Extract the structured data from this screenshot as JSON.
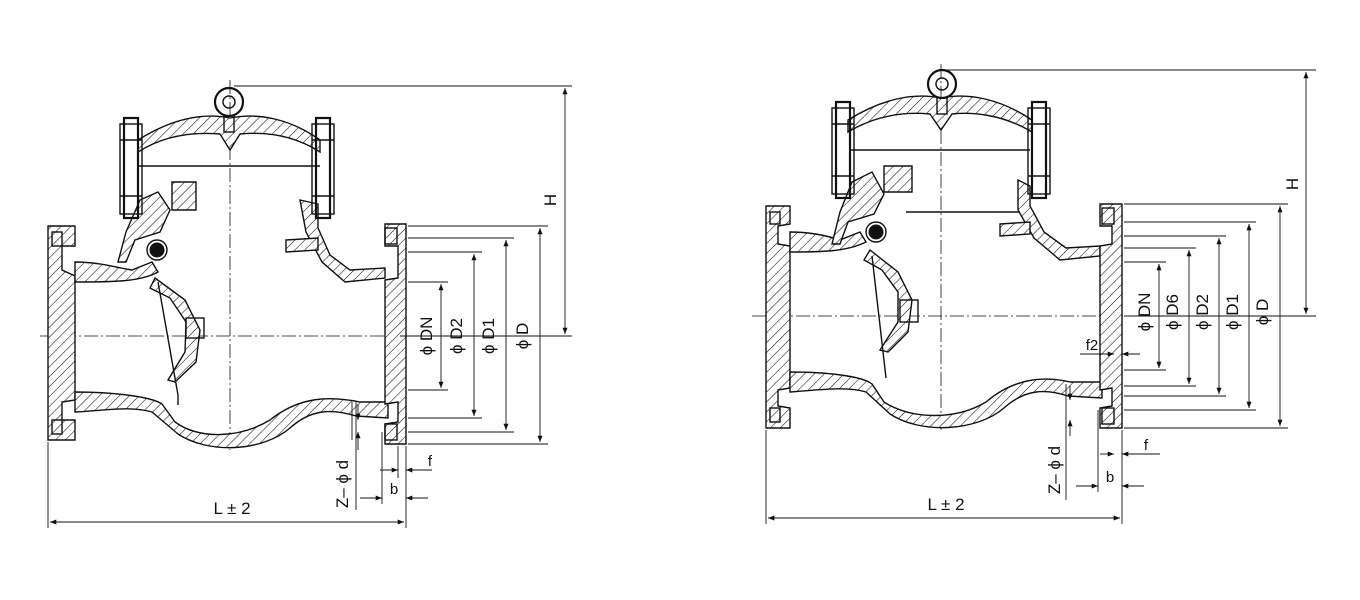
{
  "left_view": {
    "labels": {
      "H": "H",
      "DN": "ϕ DN",
      "D2": "ϕ D2",
      "D1": "ϕ D1",
      "D": "ϕ D",
      "Zd": "Z– ϕ d",
      "b": "b",
      "f": "f",
      "L": "L ± 2"
    }
  },
  "right_view": {
    "labels": {
      "H": "H",
      "DN": "ϕ DN",
      "D6": "ϕ D6",
      "D2": "ϕ D2",
      "D1": "ϕ D1",
      "D": "ϕ D",
      "f2": "f2",
      "Zd": "Z– ϕ d",
      "b": "b",
      "f": "f",
      "L": "L ± 2"
    }
  }
}
